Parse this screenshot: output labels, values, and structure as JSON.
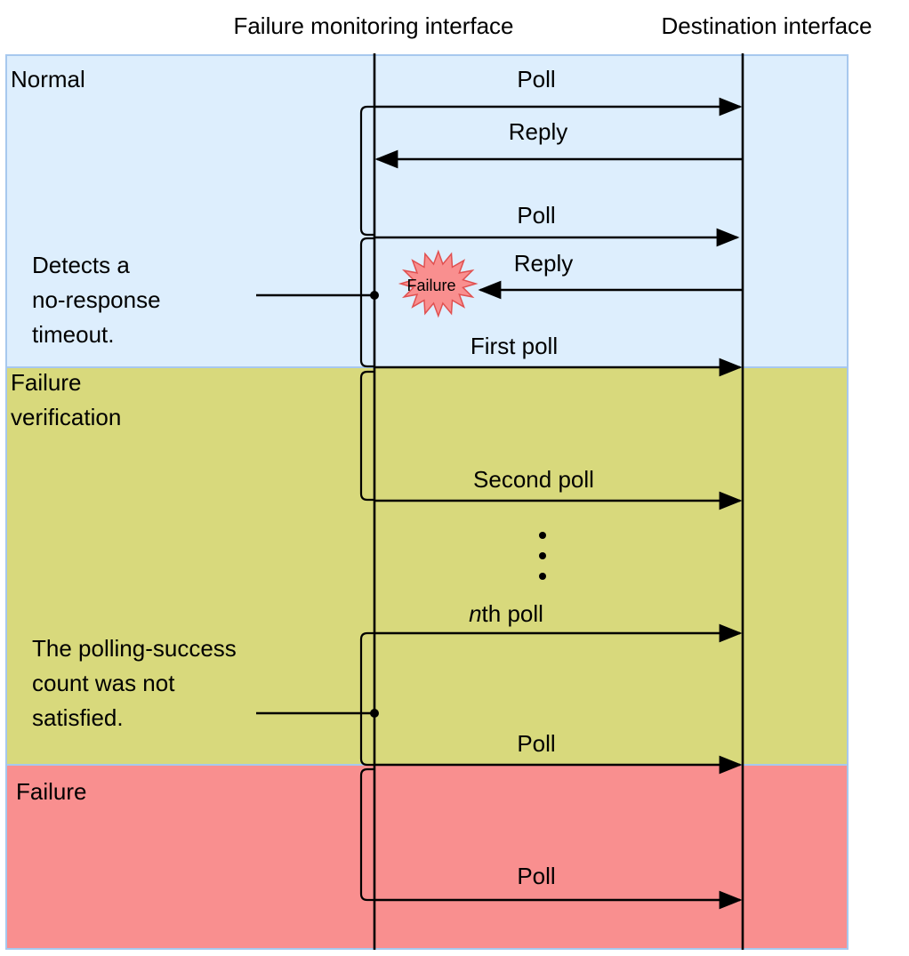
{
  "headers": {
    "failure_monitoring_interface": "Failure monitoring interface",
    "destination_interface": "Destination interface"
  },
  "zones": [
    {
      "id": "normal",
      "label_lines": [
        "Normal"
      ],
      "color": "#ddeefd"
    },
    {
      "id": "verification",
      "label_lines": [
        "Failure",
        "verification"
      ],
      "color": "#d8d97c"
    },
    {
      "id": "failure",
      "label_lines": [
        "Failure"
      ],
      "color": "#f98f8f"
    }
  ],
  "zone_border_color": "#a7c8ee",
  "messages": [
    {
      "id": "poll-1",
      "label": "Poll",
      "direction": "right"
    },
    {
      "id": "reply-1",
      "label": "Reply",
      "direction": "left"
    },
    {
      "id": "poll-2",
      "label": "Poll",
      "direction": "right"
    },
    {
      "id": "reply-2",
      "label": "Reply",
      "direction": "left"
    },
    {
      "id": "first-poll",
      "label": "First poll",
      "direction": "right"
    },
    {
      "id": "second-poll",
      "label": "Second poll",
      "direction": "right"
    },
    {
      "id": "nth-poll",
      "label_italic": "n",
      "label_rest": "th poll",
      "direction": "right"
    },
    {
      "id": "poll-3",
      "label": "Poll",
      "direction": "right"
    },
    {
      "id": "poll-4",
      "label": "Poll",
      "direction": "right"
    }
  ],
  "failure_burst": {
    "label": "Failure",
    "fill": "#f98f8f",
    "stroke": "#e05050"
  },
  "annotations": [
    {
      "id": "no-response",
      "lines": [
        "Detects a",
        "no-response",
        "timeout."
      ]
    },
    {
      "id": "polling-success",
      "lines": [
        "The polling-success",
        "count was not",
        "satisfied."
      ]
    }
  ]
}
